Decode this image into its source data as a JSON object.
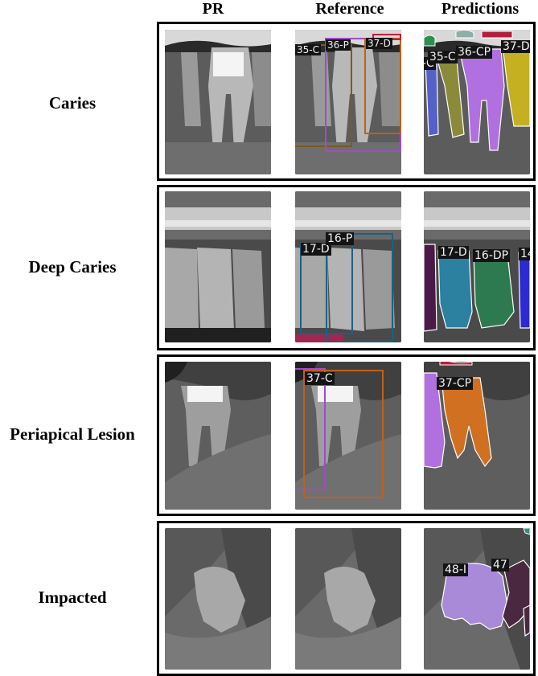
{
  "columns": {
    "pr": "PR",
    "reference": "Reference",
    "predictions": "Predictions"
  },
  "rows": [
    {
      "label": "Caries",
      "reference_tags": [
        "35-C",
        "36-P",
        "37-D"
      ],
      "prediction_tags": [
        "-C",
        "35-C",
        "36-CP",
        "37-D"
      ]
    },
    {
      "label": "Deep Caries",
      "reference_tags": [
        "17-D",
        "16-P"
      ],
      "prediction_tags": [
        "17-D",
        "16-DP",
        "14"
      ]
    },
    {
      "label": "Periapical Lesion",
      "reference_tags": [
        "37-C"
      ],
      "prediction_tags": [
        "37-CP"
      ]
    },
    {
      "label": "Impacted",
      "reference_tags": [],
      "prediction_tags": [
        "48-I",
        "47"
      ]
    }
  ],
  "colors": {
    "orange_box": "#c0601a",
    "purple_box": "#a04ad0",
    "red_box": "#c0203a",
    "teal_box": "#1e6080",
    "brown_box": "#7a5a20",
    "seg_blue": "#5560c8",
    "seg_olive": "#8a8a3a",
    "seg_purple": "#b070e0",
    "seg_yellow": "#c4b020",
    "seg_cyan": "#2c80a0",
    "seg_green": "#2e7a50",
    "seg_dark_purple": "#4a1a48",
    "seg_orange": "#d07020",
    "seg_red": "#b0203a",
    "seg_lavender": "#a98ad8",
    "seg_plum": "#4a2840"
  }
}
